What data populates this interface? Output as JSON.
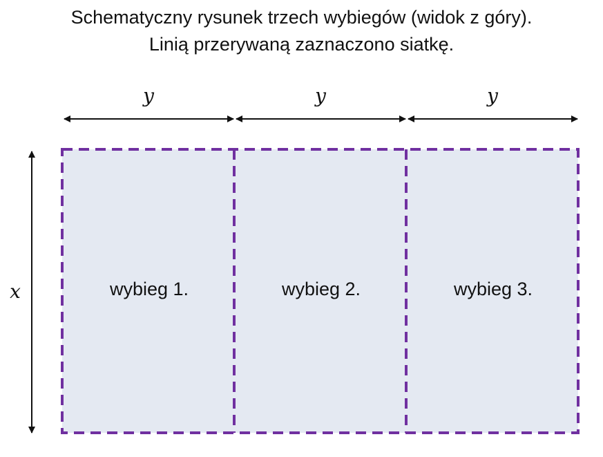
{
  "title": {
    "line1": "Schematyczny rysunek trzech wybiegów (widok z góry).",
    "line2": "Linią przerywaną zaznaczono siatkę."
  },
  "dimensions": {
    "width_label": "y",
    "height_label": "x"
  },
  "pens": [
    {
      "label": "wybieg 1."
    },
    {
      "label": "wybieg 2."
    },
    {
      "label": "wybieg 3."
    }
  ],
  "colors": {
    "fence": "#7030a0",
    "fill": "#e4e9f2",
    "arrow": "#111111",
    "text": "#111111"
  }
}
